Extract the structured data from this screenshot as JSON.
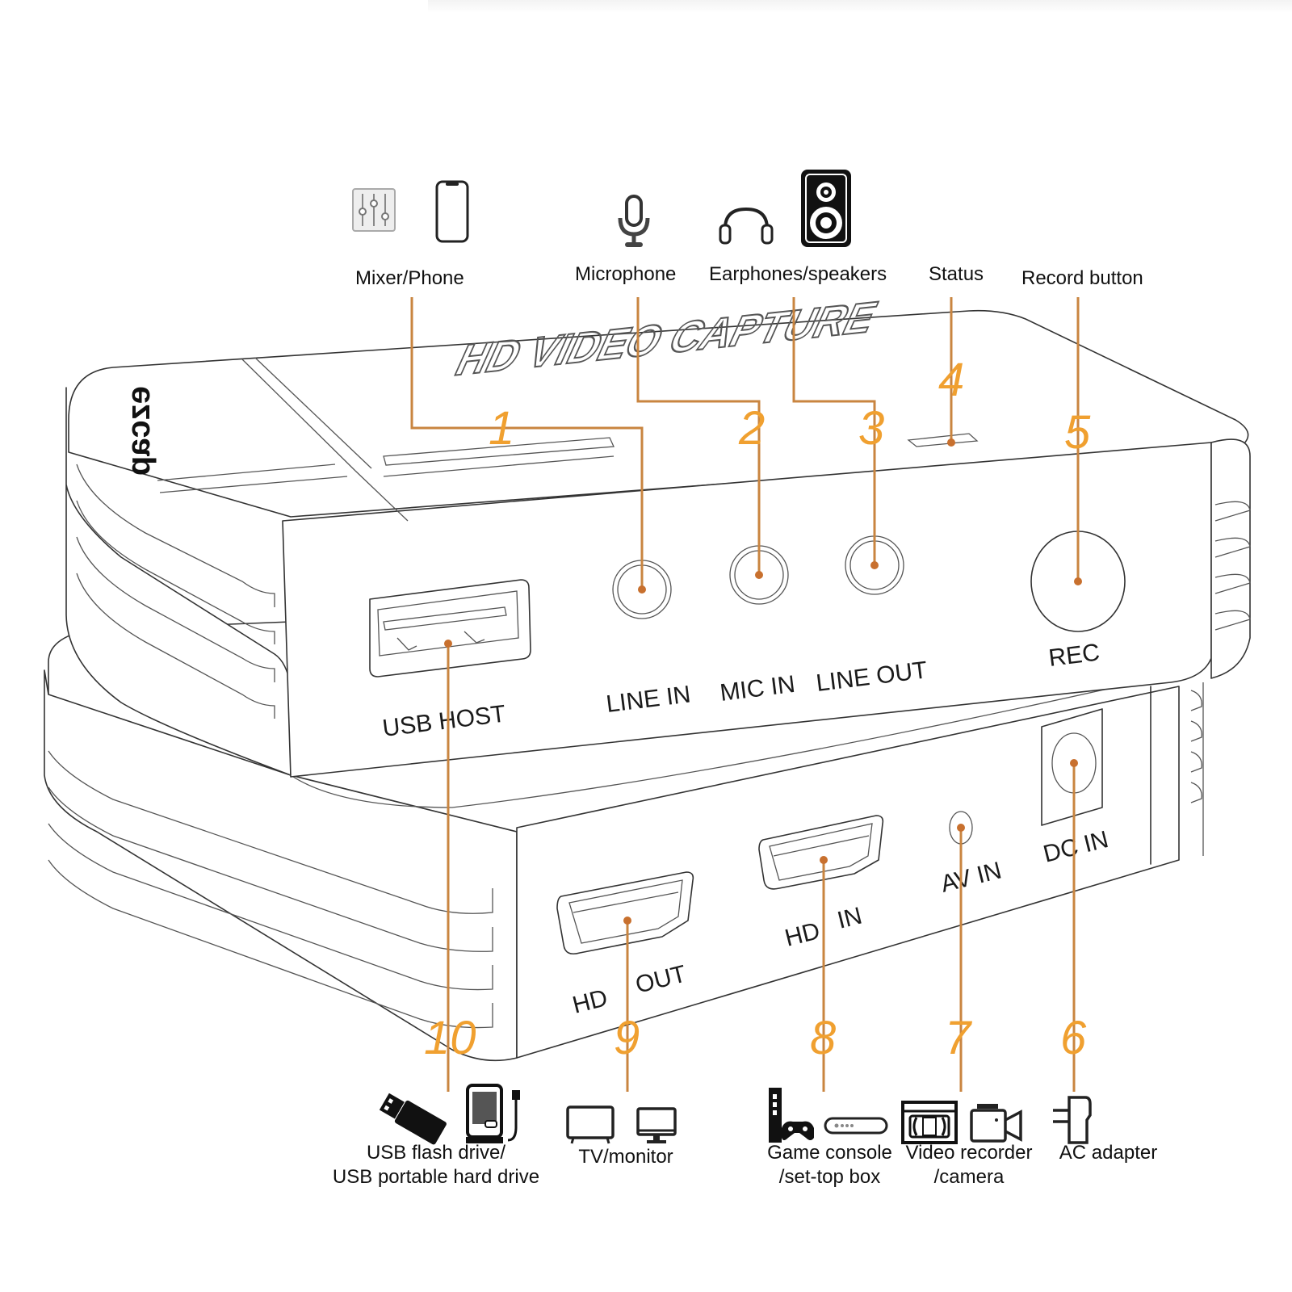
{
  "diagram": {
    "title_embossed": "HD VIDEO CAPTURE",
    "brand_mark": "ezcap",
    "accent_color": "#f0a030",
    "leader_color": "#c98540",
    "top_callouts": [
      {
        "number": "1",
        "label": "Mixer/Phone",
        "icons": [
          "mixer-icon",
          "phone-icon"
        ],
        "port": "LINE IN"
      },
      {
        "number": "2",
        "label": "Microphone",
        "icons": [
          "microphone-icon"
        ],
        "port": "MIC IN"
      },
      {
        "number": "3",
        "label": "Earphones/speakers",
        "icons": [
          "headphones-icon",
          "speaker-icon"
        ],
        "port": "LINE OUT"
      },
      {
        "number": "4",
        "label": "Status",
        "icons": [],
        "port": "Status LED"
      },
      {
        "number": "5",
        "label": "Record button",
        "icons": [],
        "port": "REC"
      }
    ],
    "bottom_callouts": [
      {
        "number": "6",
        "label_line1": "AC adapter",
        "label_line2": "",
        "icons": [
          "ac-adapter-icon"
        ],
        "port": "DC IN"
      },
      {
        "number": "7",
        "label_line1": "Video recorder",
        "label_line2": "/camera",
        "icons": [
          "vcr-tape-icon",
          "camcorder-icon"
        ],
        "port": "AV IN"
      },
      {
        "number": "8",
        "label_line1": "Game console",
        "label_line2": "/set-top box",
        "icons": [
          "game-console-icon",
          "set-top-box-icon"
        ],
        "port": "HD IN"
      },
      {
        "number": "9",
        "label_line1": "TV/monitor",
        "label_line2": "",
        "icons": [
          "tv-icon",
          "monitor-icon"
        ],
        "port": "HD OUT"
      },
      {
        "number": "10",
        "label_line1": "USB flash drive/",
        "label_line2": "USB portable hard drive",
        "icons": [
          "usb-flash-drive-icon",
          "portable-hard-drive-icon"
        ],
        "port": "USB HOST"
      }
    ],
    "front_panel_labels": {
      "usb_host": "USB HOST",
      "line_in": "LINE IN",
      "mic_in": "MIC IN",
      "line_out": "LINE OUT",
      "rec": "REC"
    },
    "rear_panel_labels": {
      "hd_out_a": "HD",
      "hd_out_b": "OUT",
      "hd_in_a": "HD",
      "hd_in_b": "IN",
      "av_in": "AV IN",
      "dc_in": "DC IN"
    }
  }
}
